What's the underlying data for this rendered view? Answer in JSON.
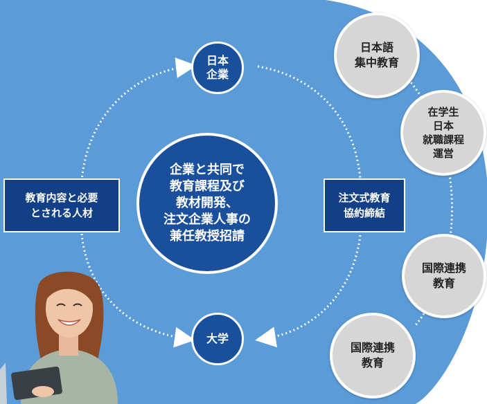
{
  "center": {
    "text": "企業と共同で\n教育課程及び\n教材開発、\n注文企業人事の\n兼任教授招請"
  },
  "nodes": {
    "top": "日本\n企業",
    "bottom": "大学",
    "left": "教育内容と必要\nとされる人材",
    "right": "注文式教育\n協約締結"
  },
  "side_circles": [
    {
      "text": "日本語\n集中教育"
    },
    {
      "text": "在学生\n日本\n就職課程\n運営"
    },
    {
      "text": "国際連携\n教育"
    },
    {
      "text": "国際連携\n教育"
    }
  ],
  "colors": {
    "background_blue": "#5b9bd8",
    "node_navy": "#1a4f9c",
    "box_navy": "#123f86",
    "side_gray": "#d6d6d6"
  },
  "photo": {
    "icon": "smiling-student-with-tablet"
  }
}
